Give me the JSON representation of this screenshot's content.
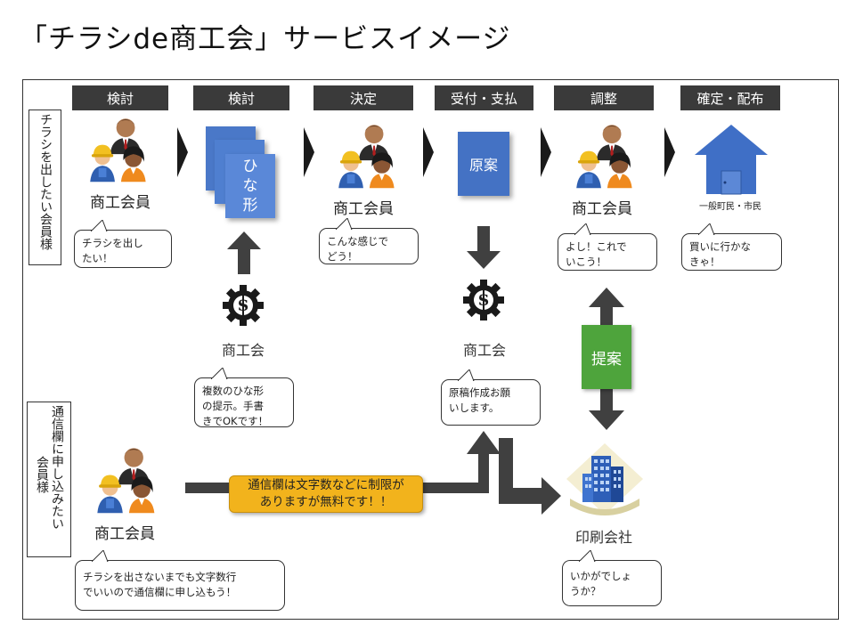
{
  "title": "「チラシde商工会」サービスイメージ",
  "steps": [
    "検討",
    "検討",
    "決定",
    "受付・支払",
    "調整",
    "確定・配布"
  ],
  "side_labels": {
    "top": "チラシを出したい会員様",
    "bottom_col1": "通信欄に申し込みたい",
    "bottom_col2": "会員様"
  },
  "labels": {
    "member": "商工会員",
    "chamber": "商工会",
    "printer": "印刷会社",
    "residents": "一般町民・市民"
  },
  "boxes": {
    "draft_lines": [
      "ひ",
      "な",
      "形"
    ],
    "manuscript": "原案",
    "proposal": "提案"
  },
  "notice": [
    "通信欄は文字数などに制限が",
    "ありますが無料です！！"
  ],
  "bubbles": {
    "b1": [
      "チラシを出し",
      "たい！"
    ],
    "b2": [
      "こんな感じで",
      "どう！"
    ],
    "b3": [
      "よし！これで",
      "いこう！"
    ],
    "b4": [
      "買いに行かな",
      "きゃ！"
    ],
    "b5": [
      "複数のひな形",
      "の提示。手書",
      "きでOKです！"
    ],
    "b6": [
      "原稿作成お願",
      "いします。"
    ],
    "b7": [
      "チラシを出さないまでも文字数行",
      "でいいので通信欄に申し込もう！"
    ],
    "b8": [
      "いかがでしょ",
      "うか？"
    ]
  },
  "colors": {
    "step_bg": "#3a3a3a",
    "blue_box": "#4472c4",
    "proposal_green": "#4ea43c",
    "notice_orange": "#f2b31c",
    "arrow": "#404040",
    "house": "#3f6fc6"
  },
  "icons": [
    "people-group-icon",
    "gear-dollar-icon",
    "house-icon",
    "office-building-icon",
    "document-stack-icon"
  ]
}
